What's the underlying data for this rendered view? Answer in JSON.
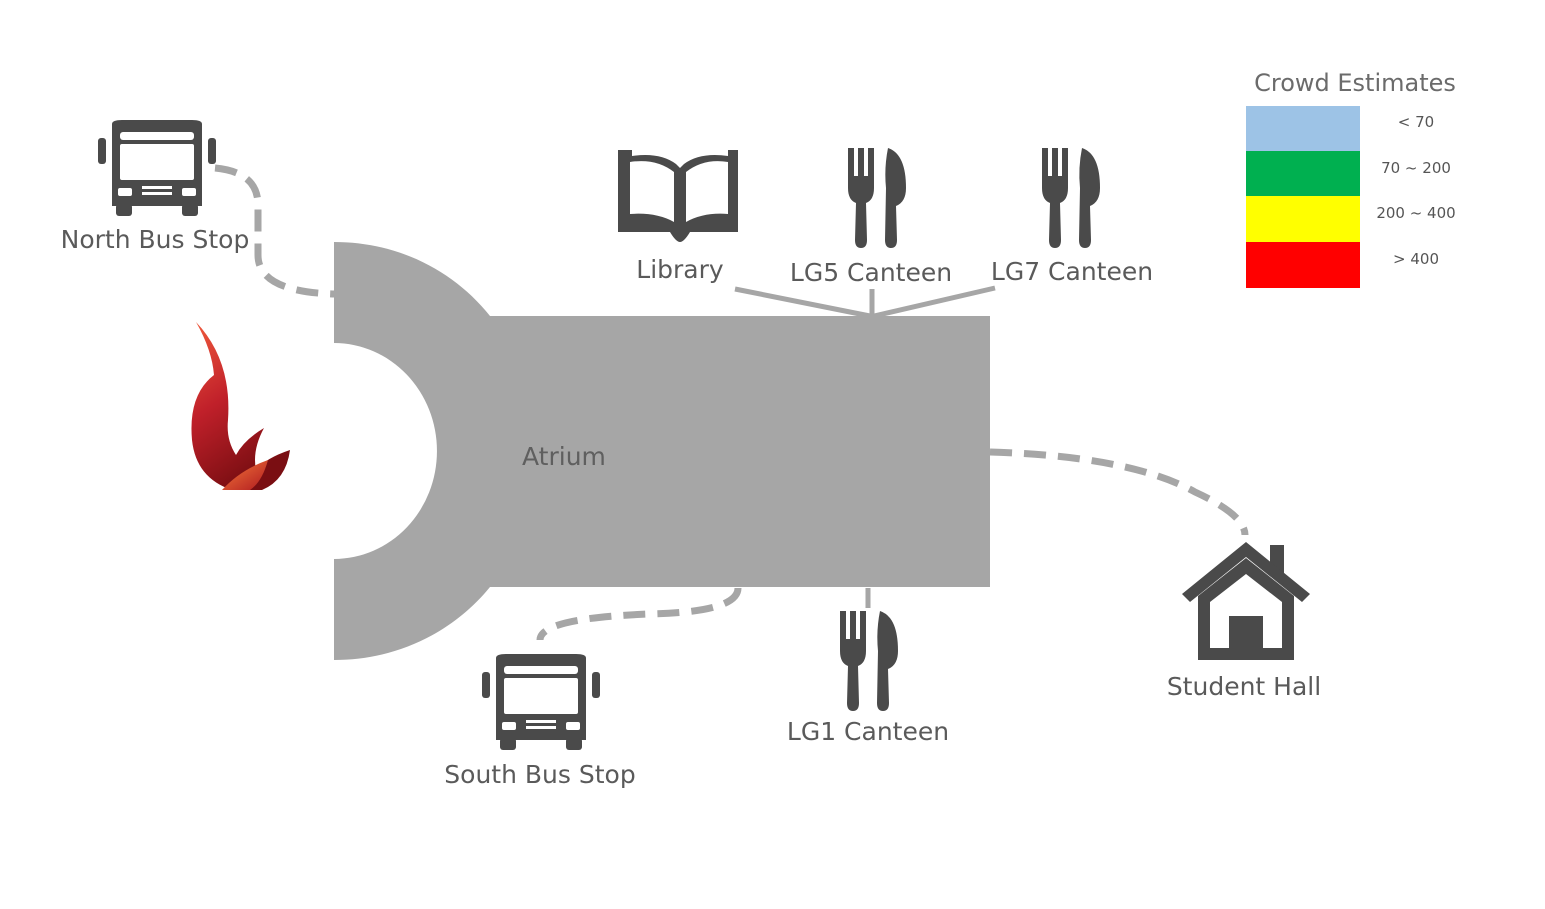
{
  "map": {
    "atrium_label": "Atrium",
    "building_color": "#a6a6a6",
    "icon_color": "#4a4a4a",
    "locations": {
      "north_bus_stop": {
        "label": "North Bus Stop",
        "icon": "bus-icon"
      },
      "south_bus_stop": {
        "label": "South Bus Stop",
        "icon": "bus-icon"
      },
      "library": {
        "label": "Library",
        "icon": "book-icon"
      },
      "lg5_canteen": {
        "label": "LG5 Canteen",
        "icon": "fork-knife-icon"
      },
      "lg7_canteen": {
        "label": "LG7 Canteen",
        "icon": "fork-knife-icon"
      },
      "lg1_canteen": {
        "label": "LG1 Canteen",
        "icon": "fork-knife-icon"
      },
      "student_hall": {
        "label": "Student Hall",
        "icon": "house-icon"
      }
    },
    "logo": {
      "icon": "flame-logo-icon"
    }
  },
  "legend": {
    "title": "Crowd Estimates",
    "items": [
      {
        "label": "< 70",
        "color": "#9dc3e6"
      },
      {
        "label": "70 ~ 200",
        "color": "#00b050"
      },
      {
        "label": "200 ~ 400",
        "color": "#ffff00"
      },
      {
        "label": "> 400",
        "color": "#ff0000"
      }
    ]
  }
}
